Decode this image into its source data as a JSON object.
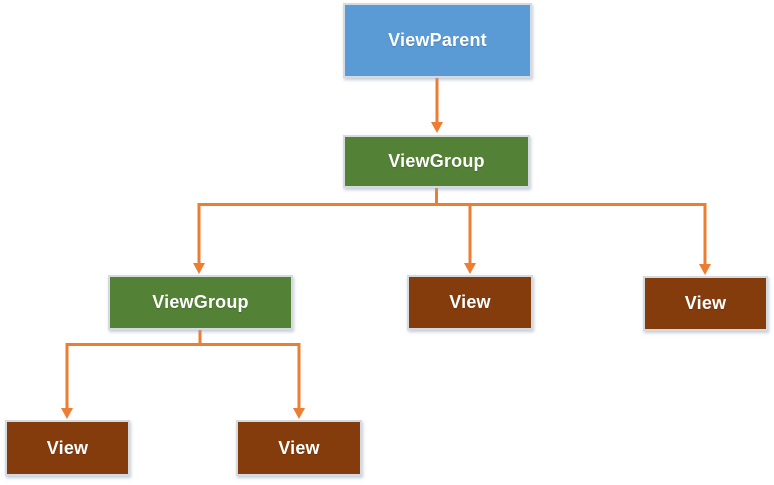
{
  "diagram": {
    "type": "tree",
    "nodes": [
      {
        "label": "ViewParent",
        "level": 0,
        "fill": "#5B9BD5"
      },
      {
        "label": "ViewGroup",
        "level": 1,
        "fill": "#538135"
      },
      {
        "label": "ViewGroup",
        "level": 2,
        "fill": "#538135"
      },
      {
        "label": "View",
        "level": 2,
        "fill": "#843C0C"
      },
      {
        "label": "View",
        "level": 2,
        "fill": "#843C0C"
      },
      {
        "label": "View",
        "level": 3,
        "fill": "#843C0C"
      },
      {
        "label": "View",
        "level": 3,
        "fill": "#843C0C"
      }
    ],
    "edges": [
      {
        "from": "ViewParent (root)",
        "to": "ViewGroup (level 1)"
      },
      {
        "from": "ViewGroup (level 1)",
        "to": "ViewGroup (level 2 left)"
      },
      {
        "from": "ViewGroup (level 1)",
        "to": "View (level 2 middle)"
      },
      {
        "from": "ViewGroup (level 1)",
        "to": "View (level 2 right)"
      },
      {
        "from": "ViewGroup (level 2 left)",
        "to": "View (level 3 left)"
      },
      {
        "from": "ViewGroup (level 2 left)",
        "to": "View (level 3 middle)"
      }
    ],
    "colors": {
      "viewparent_fill": "#5B9BD5",
      "viewgroup_fill": "#538135",
      "view_fill": "#843C0C",
      "connector": "#ED7D31",
      "label_text": "#FFFFFF",
      "background": "#FFFFFF"
    }
  }
}
